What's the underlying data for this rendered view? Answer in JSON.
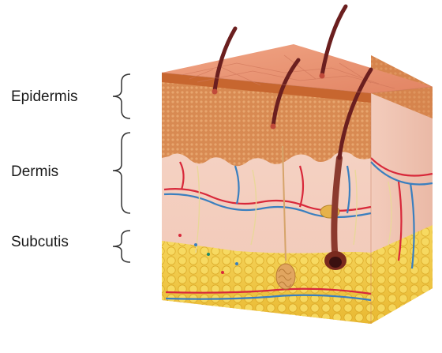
{
  "labels": {
    "epidermis": "Epidermis",
    "dermis": "Dermis",
    "subcutis": "Subcutis"
  },
  "colors": {
    "label_text": "#1a1a1a",
    "bracket": "#333333",
    "skin_surface": "#e8977a",
    "epidermis_band": "#c8703a",
    "dermis": "#f4cfc1",
    "subcutis_fat": "#f0c94a",
    "hair": "#7a2a2a",
    "artery": "#d8283a",
    "vein": "#3a7fbf"
  }
}
